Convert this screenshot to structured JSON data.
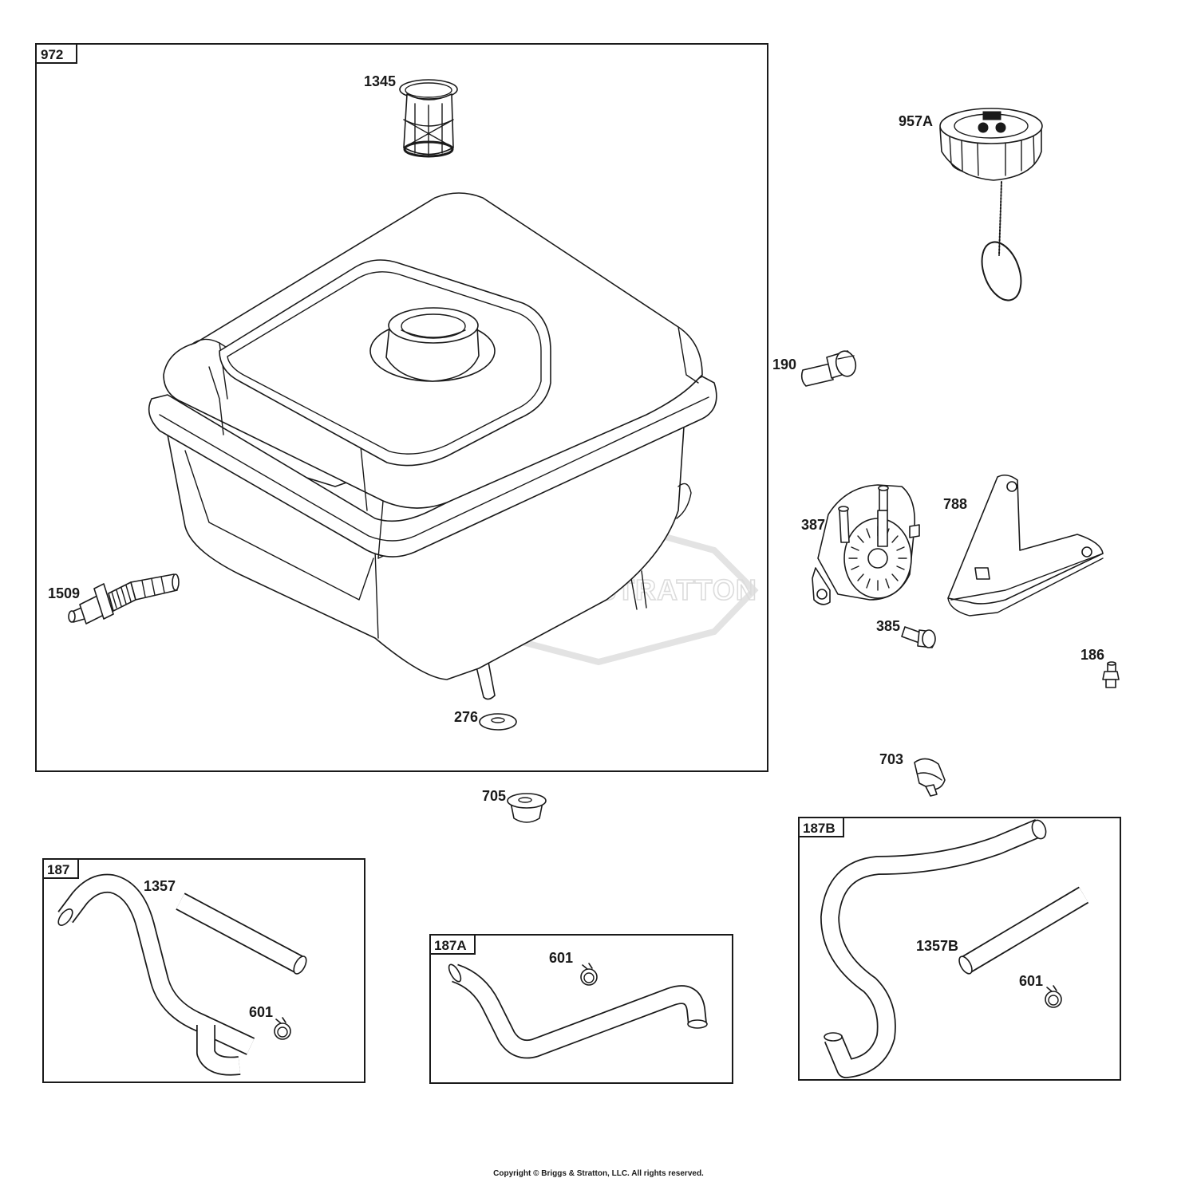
{
  "groups": {
    "g972": "972",
    "g187": "187",
    "g187A": "187A",
    "g187B": "187B"
  },
  "callouts": {
    "c1345": "1345",
    "c957A": "957A",
    "c190": "190",
    "c387": "387",
    "c788": "788",
    "c1509": "1509",
    "c385": "385",
    "c186": "186",
    "c276": "276",
    "c703": "703",
    "c705": "705",
    "c1357": "1357",
    "c601a": "601",
    "c601b": "601",
    "c601c": "601",
    "c1357B": "1357B"
  },
  "watermark": "BRIGGS & STRATTON",
  "copyright": "Copyright © Briggs & Stratton, LLC. All rights reserved."
}
